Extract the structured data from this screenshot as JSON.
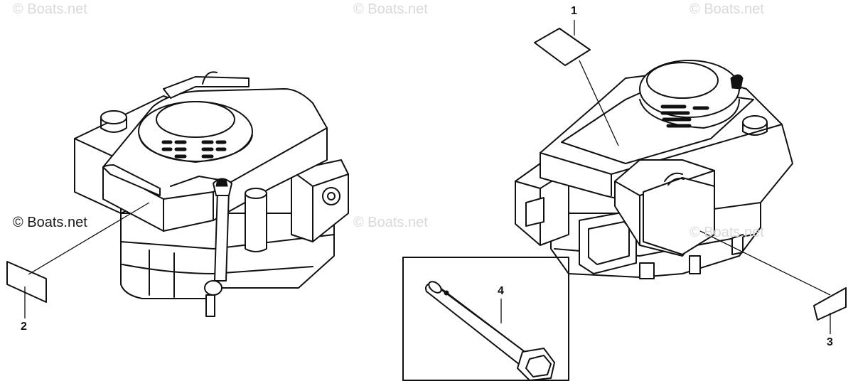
{
  "watermarks": {
    "top_left": "© Boats.net",
    "top_center": "© Boats.net",
    "top_right": "© Boats.net",
    "mid_left": "© Boats.net",
    "mid_center": "© Boats.net",
    "mid_right": "© Boats.net"
  },
  "callouts": {
    "label_1": "1",
    "label_2": "2",
    "label_3": "3",
    "label_4": "4"
  },
  "colors": {
    "line": "#111111",
    "watermark": "#d9d9d9",
    "background": "#ffffff"
  },
  "icons": [
    "engine-left-illustration",
    "engine-right-illustration",
    "label-decal",
    "tube-wrench"
  ]
}
